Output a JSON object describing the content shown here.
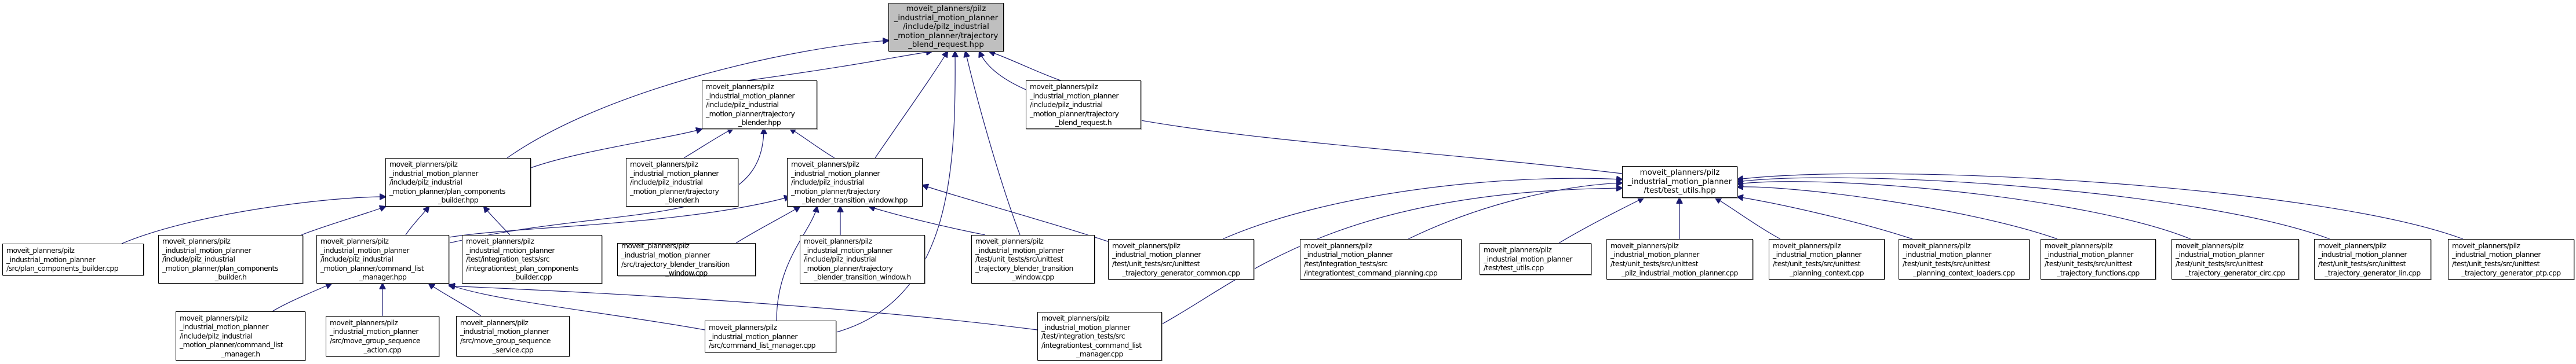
{
  "graph": {
    "title": "Include dependency graph (included-by) for trajectory_blend_request.hpp",
    "edge_color": "#191970",
    "focus_fill": "#bfbfbf",
    "nodes": [
      {
        "id": "top",
        "focus": true,
        "lines": [
          "moveit_planners/pilz",
          "_industrial_motion_planner",
          "/include/pilz_industrial",
          "_motion_planner/trajectory",
          "_blend_request.hpp"
        ]
      },
      {
        "id": "blender_hpp",
        "lines": [
          "moveit_planners/pilz",
          "_industrial_motion_planner",
          "/include/pilz_industrial",
          "_motion_planner/trajectory",
          "_blender.hpp"
        ]
      },
      {
        "id": "blend_request_h",
        "lines": [
          "moveit_planners/pilz",
          "_industrial_motion_planner",
          "/include/pilz_industrial",
          "_motion_planner/trajectory",
          "_blend_request.h"
        ]
      },
      {
        "id": "pcb_hpp",
        "lines": [
          "moveit_planners/pilz",
          "_industrial_motion_planner",
          "/include/pilz_industrial",
          "_motion_planner/plan_components",
          "_builder.hpp"
        ]
      },
      {
        "id": "blender_h",
        "lines": [
          "moveit_planners/pilz",
          "_industrial_motion_planner",
          "/include/pilz_industrial",
          "_motion_planner/trajectory",
          "_blender.h"
        ]
      },
      {
        "id": "tbtw_hpp",
        "lines": [
          "moveit_planners/pilz",
          "_industrial_motion_planner",
          "/include/pilz_industrial",
          "_motion_planner/trajectory",
          "_blender_transition_window.hpp"
        ]
      },
      {
        "id": "test_utils_hpp",
        "lines": [
          "moveit_planners/pilz",
          "_industrial_motion_planner",
          "/test/test_utils.hpp"
        ]
      },
      {
        "id": "pcb_cpp",
        "lines": [
          "moveit_planners/pilz",
          "_industrial_motion_planner",
          "/src/plan_components_builder.cpp"
        ]
      },
      {
        "id": "pcb_h",
        "lines": [
          "moveit_planners/pilz",
          "_industrial_motion_planner",
          "/include/pilz_industrial",
          "_motion_planner/plan_components",
          "_builder.h"
        ]
      },
      {
        "id": "clm_hpp",
        "lines": [
          "moveit_planners/pilz",
          "_industrial_motion_planner",
          "/include/pilz_industrial",
          "_motion_planner/command_list",
          "_manager.hpp"
        ]
      },
      {
        "id": "itest_pcb_cpp",
        "lines": [
          "moveit_planners/pilz",
          "_industrial_motion_planner",
          "/test/integration_tests/src",
          "/integrationtest_plan_components",
          "_builder.cpp"
        ]
      },
      {
        "id": "src_tbtw_cpp",
        "lines": [
          "moveit_planners/pilz",
          "_industrial_motion_planner",
          "/src/trajectory_blender_transition",
          "_window.cpp"
        ]
      },
      {
        "id": "tbtw_h",
        "lines": [
          "moveit_planners/pilz",
          "_industrial_motion_planner",
          "/include/pilz_industrial",
          "_motion_planner/trajectory",
          "_blender_transition_window.h"
        ]
      },
      {
        "id": "ut_tbtw_cpp",
        "lines": [
          "moveit_planners/pilz",
          "_industrial_motion_planner",
          "/test/unit_tests/src/unittest",
          "_trajectory_blender_transition",
          "_window.cpp"
        ]
      },
      {
        "id": "ut_tgc_cpp",
        "lines": [
          "moveit_planners/pilz",
          "_industrial_motion_planner",
          "/test/unit_tests/src/unittest",
          "_trajectory_generator_common.cpp"
        ]
      },
      {
        "id": "it_cmd_planning_cpp",
        "lines": [
          "moveit_planners/pilz",
          "_industrial_motion_planner",
          "/test/integration_tests/src",
          "/integrationtest_command_planning.cpp"
        ]
      },
      {
        "id": "test_utils_cpp",
        "lines": [
          "moveit_planners/pilz",
          "_industrial_motion_planner",
          "/test/test_utils.cpp"
        ]
      },
      {
        "id": "ut_pilz_imp_cpp",
        "lines": [
          "moveit_planners/pilz",
          "_industrial_motion_planner",
          "/test/unit_tests/src/unittest",
          "_pilz_industrial_motion_planner.cpp"
        ]
      },
      {
        "id": "ut_pc_cpp",
        "lines": [
          "moveit_planners/pilz",
          "_industrial_motion_planner",
          "/test/unit_tests/src/unittest",
          "_planning_context.cpp"
        ]
      },
      {
        "id": "ut_pcl_cpp",
        "lines": [
          "moveit_planners/pilz",
          "_industrial_motion_planner",
          "/test/unit_tests/src/unittest",
          "_planning_context_loaders.cpp"
        ]
      },
      {
        "id": "ut_tf_cpp",
        "lines": [
          "moveit_planners/pilz",
          "_industrial_motion_planner",
          "/test/unit_tests/src/unittest",
          "_trajectory_functions.cpp"
        ]
      },
      {
        "id": "ut_tg_circ_cpp",
        "lines": [
          "moveit_planners/pilz",
          "_industrial_motion_planner",
          "/test/unit_tests/src/unittest",
          "_trajectory_generator_circ.cpp"
        ]
      },
      {
        "id": "ut_tg_lin_cpp",
        "lines": [
          "moveit_planners/pilz",
          "_industrial_motion_planner",
          "/test/unit_tests/src/unittest",
          "_trajectory_generator_lin.cpp"
        ]
      },
      {
        "id": "ut_tg_ptp_cpp",
        "lines": [
          "moveit_planners/pilz",
          "_industrial_motion_planner",
          "/test/unit_tests/src/unittest",
          "_trajectory_generator_ptp.cpp"
        ]
      },
      {
        "id": "clm_h",
        "lines": [
          "moveit_planners/pilz",
          "_industrial_motion_planner",
          "/include/pilz_industrial",
          "_motion_planner/command_list",
          "_manager.h"
        ]
      },
      {
        "id": "mgs_action_cpp",
        "lines": [
          "moveit_planners/pilz",
          "_industrial_motion_planner",
          "/src/move_group_sequence",
          "_action.cpp"
        ]
      },
      {
        "id": "mgs_service_cpp",
        "lines": [
          "moveit_planners/pilz",
          "_industrial_motion_planner",
          "/src/move_group_sequence",
          "_service.cpp"
        ]
      },
      {
        "id": "clm_cpp",
        "lines": [
          "moveit_planners/pilz",
          "_industrial_motion_planner",
          "/src/command_list_manager.cpp"
        ]
      },
      {
        "id": "it_clm_cpp",
        "lines": [
          "moveit_planners/pilz",
          "_industrial_motion_planner",
          "/test/integration_tests/src",
          "/integrationtest_command_list",
          "_manager.cpp"
        ]
      }
    ],
    "edges": [
      {
        "from": "blender_hpp",
        "to": "top"
      },
      {
        "from": "blend_request_h",
        "to": "top"
      },
      {
        "from": "pcb_hpp",
        "to": "top"
      },
      {
        "from": "tbtw_hpp",
        "to": "top"
      },
      {
        "from": "clm_cpp",
        "to": "top"
      },
      {
        "from": "ut_tbtw_cpp",
        "to": "top"
      },
      {
        "from": "test_utils_hpp",
        "to": "top"
      },
      {
        "from": "pcb_hpp",
        "to": "blender_hpp"
      },
      {
        "from": "blender_h",
        "to": "blender_hpp"
      },
      {
        "from": "clm_hpp",
        "to": "blender_hpp"
      },
      {
        "from": "tbtw_hpp",
        "to": "blender_hpp"
      },
      {
        "from": "pcb_cpp",
        "to": "pcb_hpp"
      },
      {
        "from": "pcb_h",
        "to": "pcb_hpp"
      },
      {
        "from": "clm_hpp",
        "to": "pcb_hpp"
      },
      {
        "from": "itest_pcb_cpp",
        "to": "pcb_hpp"
      },
      {
        "from": "clm_hpp",
        "to": "tbtw_hpp"
      },
      {
        "from": "src_tbtw_cpp",
        "to": "tbtw_hpp"
      },
      {
        "from": "tbtw_h",
        "to": "tbtw_hpp"
      },
      {
        "from": "ut_tbtw_cpp",
        "to": "tbtw_hpp"
      },
      {
        "from": "ut_tgc_cpp",
        "to": "tbtw_hpp"
      },
      {
        "from": "clm_cpp",
        "to": "tbtw_hpp"
      },
      {
        "from": "clm_h",
        "to": "clm_hpp"
      },
      {
        "from": "mgs_action_cpp",
        "to": "clm_hpp"
      },
      {
        "from": "mgs_service_cpp",
        "to": "clm_hpp"
      },
      {
        "from": "clm_cpp",
        "to": "clm_hpp"
      },
      {
        "from": "it_clm_cpp",
        "to": "clm_hpp"
      },
      {
        "from": "ut_tgc_cpp",
        "to": "test_utils_hpp"
      },
      {
        "from": "it_cmd_planning_cpp",
        "to": "test_utils_hpp"
      },
      {
        "from": "test_utils_cpp",
        "to": "test_utils_hpp"
      },
      {
        "from": "ut_pilz_imp_cpp",
        "to": "test_utils_hpp"
      },
      {
        "from": "ut_pc_cpp",
        "to": "test_utils_hpp"
      },
      {
        "from": "ut_pcl_cpp",
        "to": "test_utils_hpp"
      },
      {
        "from": "ut_tf_cpp",
        "to": "test_utils_hpp"
      },
      {
        "from": "ut_tg_circ_cpp",
        "to": "test_utils_hpp"
      },
      {
        "from": "ut_tg_lin_cpp",
        "to": "test_utils_hpp"
      },
      {
        "from": "ut_tg_ptp_cpp",
        "to": "test_utils_hpp"
      },
      {
        "from": "it_clm_cpp",
        "to": "test_utils_hpp"
      }
    ]
  }
}
